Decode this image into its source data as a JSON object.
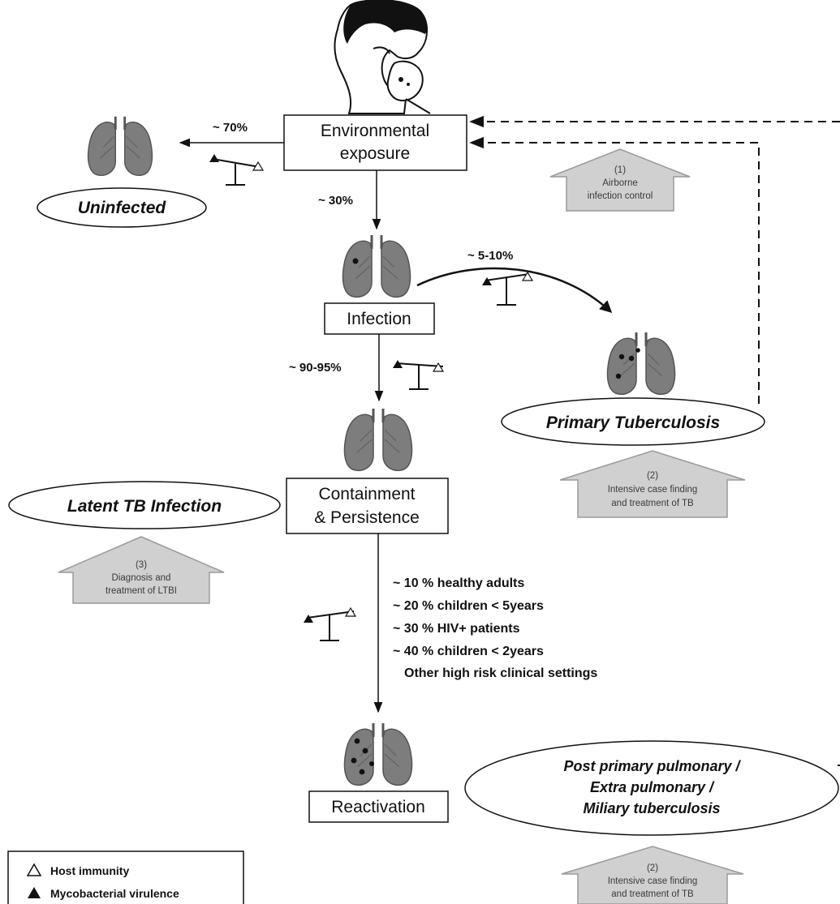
{
  "nodes": {
    "exposure": [
      "Environmental",
      "exposure"
    ],
    "infection": "Infection",
    "containment": [
      "Containment",
      "& Persistence"
    ],
    "reactivation": "Reactivation"
  },
  "outcomes": {
    "uninfected": "Uninfected",
    "primary_tb": "Primary Tuberculosis",
    "latent_tb": "Latent TB Infection",
    "post_primary": [
      "Post primary pulmonary /",
      "Extra pulmonary /",
      "Miliary tuberculosis"
    ]
  },
  "percentages": {
    "uninfected": "~ 70%",
    "infected": "~ 30%",
    "primary": "~ 5-10%",
    "contained": "~ 90-95%"
  },
  "reactivation_risks": [
    "~ 10 % healthy adults",
    "~ 20 % children < 5years",
    "~ 30 % HIV+ patients",
    "~ 40 % children < 2years",
    "Other high risk clinical settings"
  ],
  "interventions": {
    "airborne": [
      "(1)",
      "Airborne",
      "infection control"
    ],
    "case_finding_primary": [
      "(2)",
      "Intensive case finding",
      "and treatment of TB"
    ],
    "ltbi": [
      "(3)",
      "Diagnosis and",
      "treatment of LTBI"
    ],
    "case_finding_post": [
      "(2)",
      "Intensive case finding",
      "and treatment of TB"
    ]
  },
  "legend": {
    "host": "Host immunity",
    "virulence": "Mycobacterial virulence"
  },
  "colors": {
    "lung": "#7d7d7d",
    "lung_dark": "#555555",
    "house_fill": "#d0d0d0",
    "house_stroke": "#9a9a9a",
    "lesion": "#111111"
  }
}
